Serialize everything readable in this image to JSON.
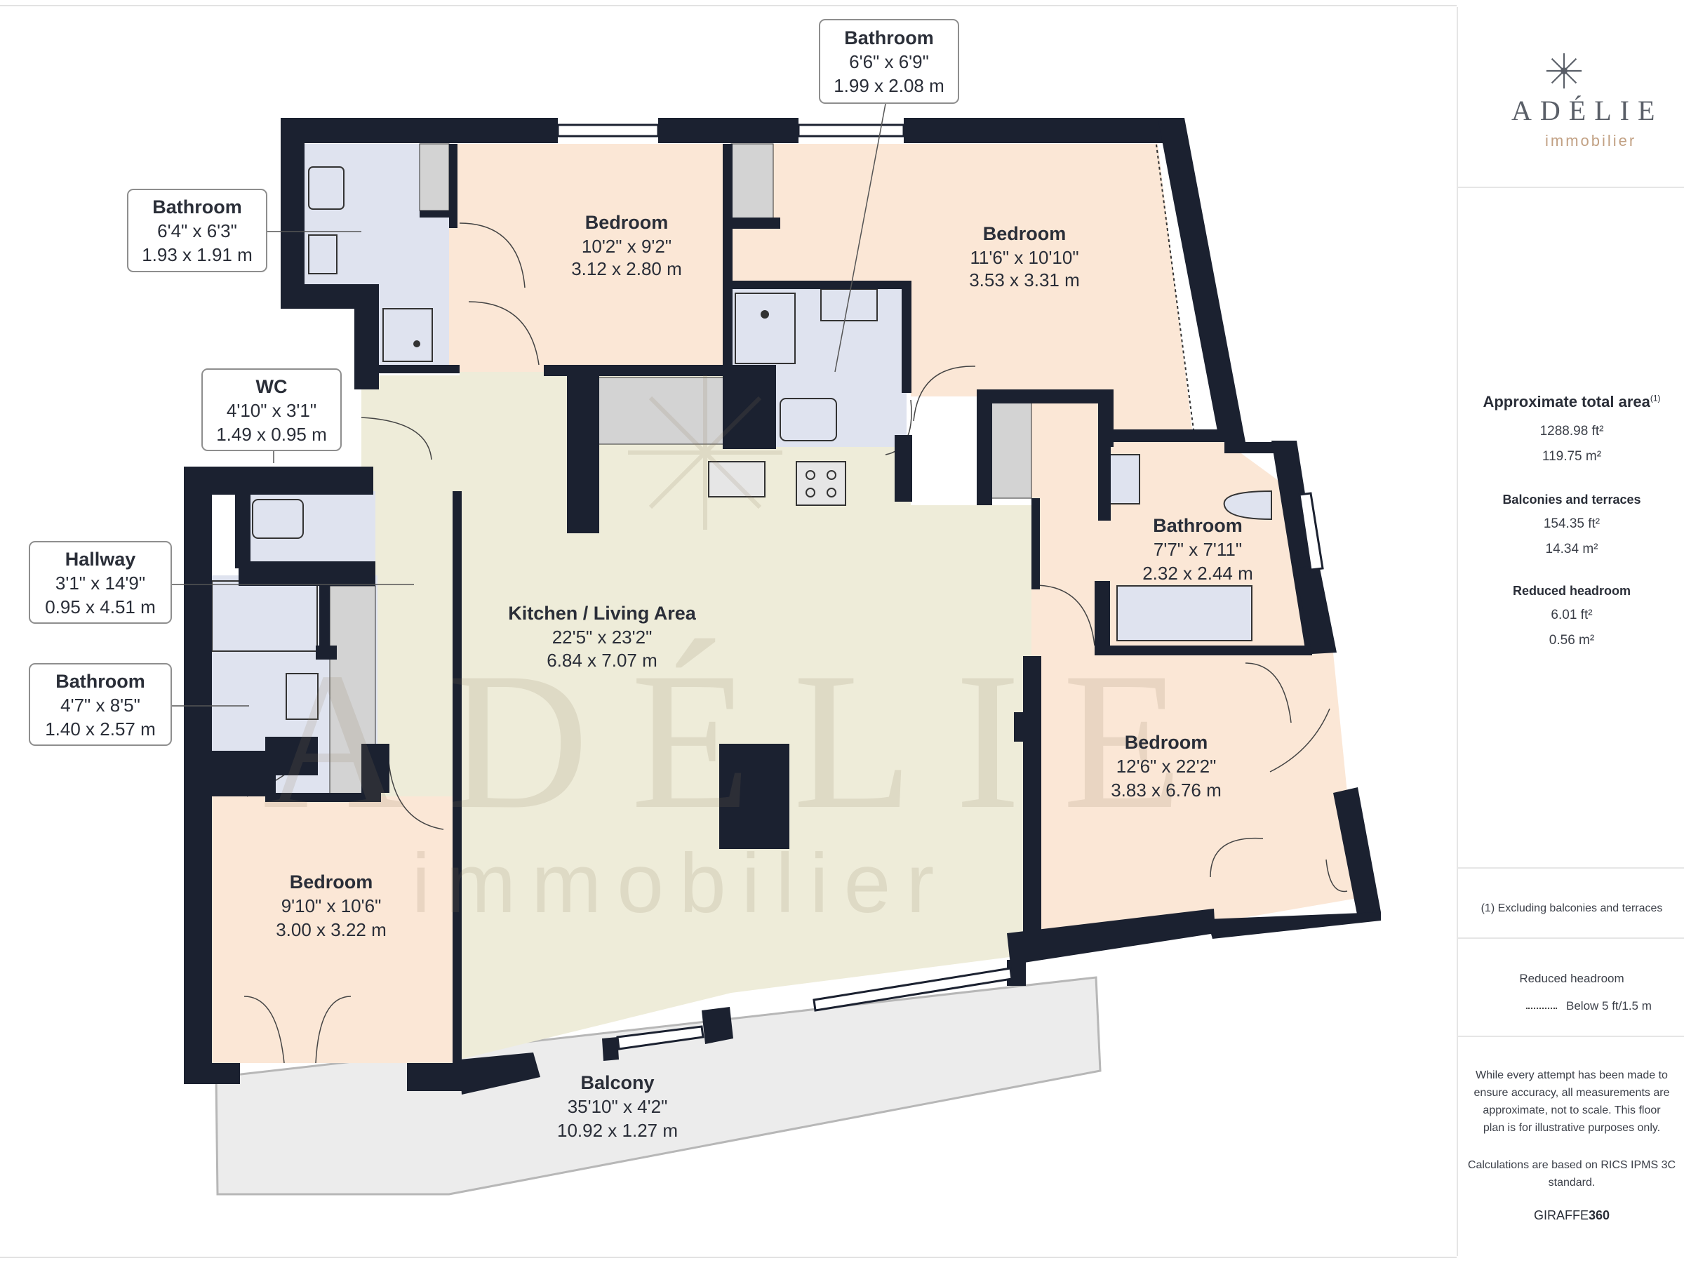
{
  "watermark": {
    "logo": "ADÉLIE",
    "sub": "immobilier"
  },
  "brand": {
    "name": "ADÉLIE",
    "sub": "immobilier",
    "icon": "snowflake-icon"
  },
  "rooms": [
    {
      "id": "bathroom-1",
      "name": "Bathroom",
      "imperial": "6'4\" x 6'3\"",
      "metric": "1.93 x 1.91 m"
    },
    {
      "id": "bedroom-1",
      "name": "Bedroom",
      "imperial": "10'2\" x 9'2\"",
      "metric": "3.12 x 2.80 m"
    },
    {
      "id": "bathroom-2",
      "name": "Bathroom",
      "imperial": "6'6\" x 6'9\"",
      "metric": "1.99 x 2.08 m"
    },
    {
      "id": "bedroom-2",
      "name": "Bedroom",
      "imperial": "11'6\" x 10'10\"",
      "metric": "3.53 x 3.31 m"
    },
    {
      "id": "wc",
      "name": "WC",
      "imperial": "4'10\" x 3'1\"",
      "metric": "1.49 x 0.95 m"
    },
    {
      "id": "hallway",
      "name": "Hallway",
      "imperial": "3'1\" x 14'9\"",
      "metric": "0.95 x 4.51 m"
    },
    {
      "id": "bathroom-3",
      "name": "Bathroom",
      "imperial": "4'7\" x 8'5\"",
      "metric": "1.40 x 2.57 m"
    },
    {
      "id": "kitchen-living",
      "name": "Kitchen / Living Area",
      "imperial": "22'5\" x 23'2\"",
      "metric": "6.84 x 7.07 m"
    },
    {
      "id": "bathroom-4",
      "name": "Bathroom",
      "imperial": "7'7\" x 7'11\"",
      "metric": "2.32 x 2.44 m"
    },
    {
      "id": "bedroom-3",
      "name": "Bedroom",
      "imperial": "12'6\" x 22'2\"",
      "metric": "3.83 x 6.76 m"
    },
    {
      "id": "bedroom-4",
      "name": "Bedroom",
      "imperial": "9'10\" x 10'6\"",
      "metric": "3.00 x 3.22 m"
    },
    {
      "id": "balcony",
      "name": "Balcony",
      "imperial": "35'10\" x 4'2\"",
      "metric": "10.92 x 1.27 m"
    }
  ],
  "sidebar": {
    "total_area_label": "Approximate total area",
    "total_area_note": "(1)",
    "total_area_ft": "1288.98 ft²",
    "total_area_m": "119.75 m²",
    "balconies_label": "Balconies and terraces",
    "balconies_ft": "154.35 ft²",
    "balconies_m": "14.34 m²",
    "reduced_label": "Reduced headroom",
    "reduced_ft": "6.01 ft²",
    "reduced_m": "0.56 m²",
    "footnote": "(1) Excluding balconies and terraces",
    "legend_title": "Reduced headroom",
    "legend_text": "Below 5 ft/1.5 m",
    "disclaimer": "While every attempt has been made to\nensure accuracy, all measurements are\napproximate, not to scale. This floor\nplan is for illustrative purposes only.",
    "calc_note": "Calculations are based on RICS IPMS 3C\nstandard.",
    "credit_a": "GIRAFFE",
    "credit_b": "360"
  },
  "colors": {
    "wall": "#1b2130",
    "bedroom": "#fbe7d6",
    "bathroom": "#dfe3ef",
    "living": "#eeecd9",
    "balcony": "#ececec",
    "storage": "#d3d3d3",
    "brand_gold": "#c2a184"
  }
}
